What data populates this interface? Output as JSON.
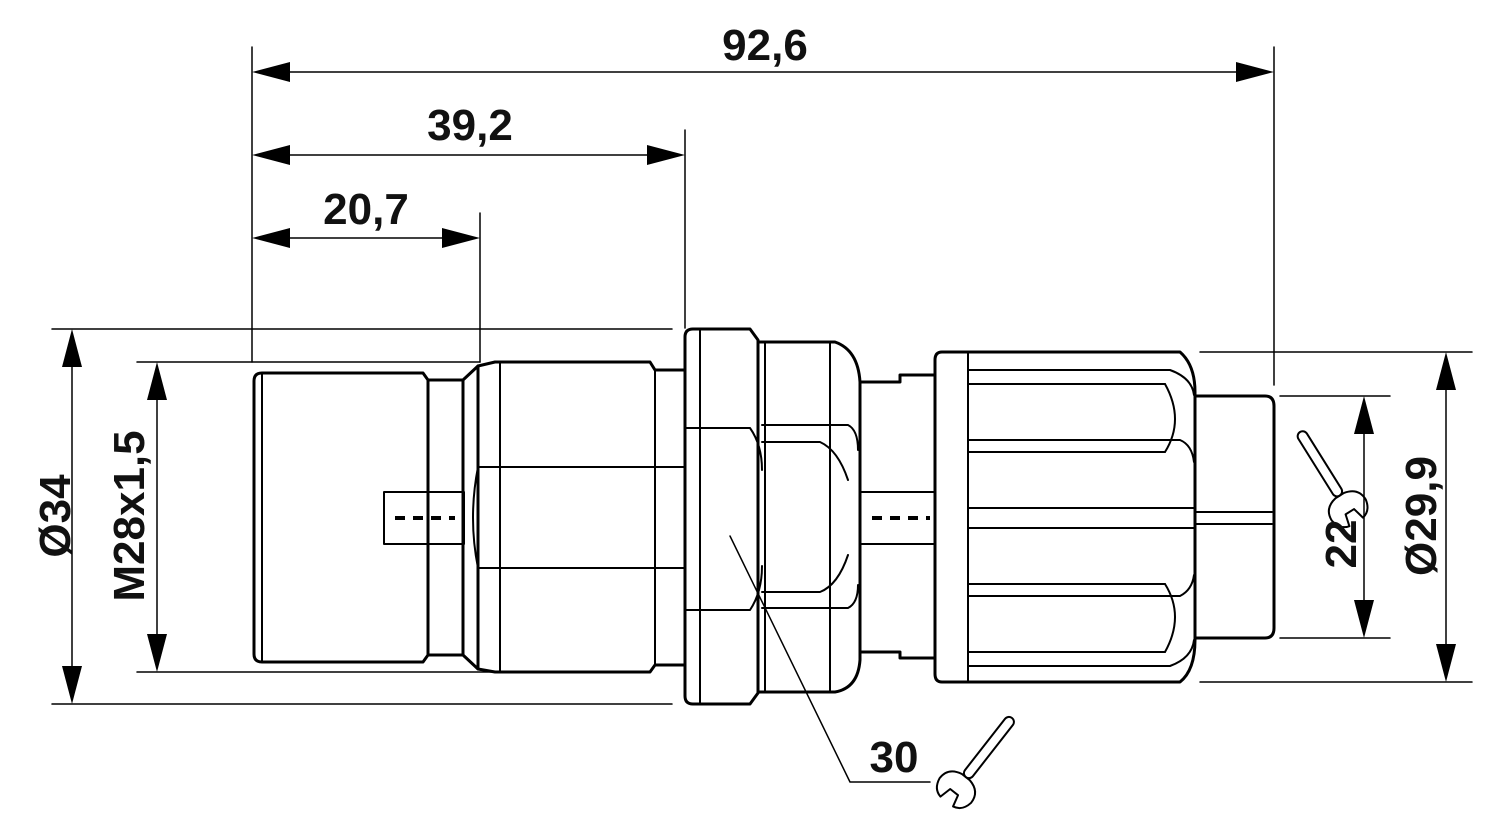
{
  "dimensions": {
    "overall_length": "92,6",
    "nut_length": "39,2",
    "thread_length": "20,7",
    "outer_diameter": "Ø34",
    "thread_spec": "M28x1,5",
    "cable_gland_diameter": "Ø29,9",
    "wrench_size_cap": "22",
    "wrench_size_nut": "30"
  },
  "icons": {
    "wrench": "open-end-wrench-icon"
  },
  "colors": {
    "line": "#000000",
    "background": "#ffffff"
  }
}
